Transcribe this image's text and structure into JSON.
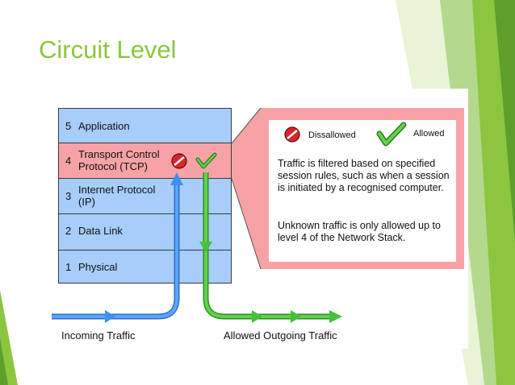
{
  "slide": {
    "title": "Circuit Level",
    "accent_color": "#8cc63f"
  },
  "diagram": {
    "layers": [
      {
        "number": "5",
        "label": "Application",
        "highlight": false
      },
      {
        "number": "4",
        "label": "Transport Control\nProtocol (TCP)",
        "highlight": true
      },
      {
        "number": "3",
        "label": "Internet Protocol\n(IP)",
        "highlight": false
      },
      {
        "number": "2",
        "label": "Data Link",
        "highlight": false
      },
      {
        "number": "1",
        "label": "Physical",
        "highlight": false
      }
    ],
    "legend": {
      "disallowed_label": "Dissallowed",
      "disallowed_icon": "no-entry-icon",
      "allowed_label": "Allowed",
      "allowed_icon": "checkmark-icon"
    },
    "callout": {
      "paragraph_1": "Traffic is filtered based on specified session rules, such as when a session is initiated by a recognised computer.",
      "paragraph_2": "Unknown traffic is only allowed up to level 4 of the Network Stack."
    },
    "incoming_label": "Incoming Traffic",
    "outgoing_label": "Allowed Outgoing Traffic",
    "colors": {
      "layer_fill": "#a7cdfb",
      "highlight_fill": "#f7a3a6",
      "incoming_arrow": "#3d8ff0",
      "outgoing_arrow": "#44c23a"
    }
  }
}
